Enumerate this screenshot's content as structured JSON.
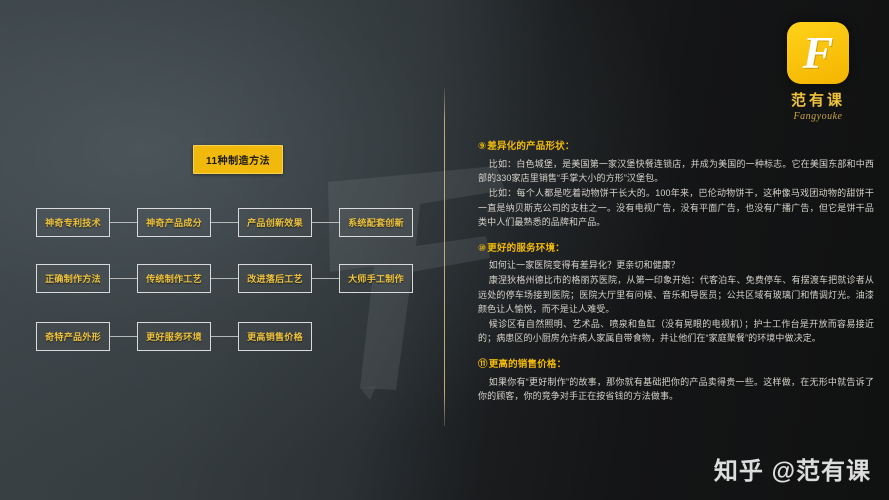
{
  "logo": {
    "glyph": "F",
    "name_cn": "范有课",
    "name_en": "Fangyouke"
  },
  "flow": {
    "title": "11种制造方法",
    "rows": [
      [
        "神奇专利技术",
        "神奇产品成分",
        "产品创新效果",
        "系统配套创新"
      ],
      [
        "正确制作方法",
        "传统制作工艺",
        "改进落后工艺",
        "大师手工制作"
      ],
      [
        "奇特产品外形",
        "更好服务环境",
        "更高销售价格"
      ]
    ]
  },
  "panel": {
    "sections": [
      {
        "marker": "⑨",
        "heading": "差异化的产品形状：",
        "paragraphs": [
          "比如：白色城堡，是美国第一家汉堡快餐连锁店，并成为美国的一种标志。它在美国东部和中西部的330家店里销售“手掌大小的方形”汉堡包。",
          "比如：每个人都是吃着动物饼干长大的。100年来，巴伦动物饼干，这种像马戏团动物的甜饼干一直是纳贝斯克公司的支柱之一。没有电视广告，没有平面广告，也没有广播广告，但它是饼干品类中人们最熟悉的品牌和产品。"
        ]
      },
      {
        "marker": "⑩",
        "heading": "更好的服务环境：",
        "paragraphs": [
          "如何让一家医院变得有差异化？更亲切和健康？",
          "康涅狄格州德比市的格丽苏医院，从第一印象开始：代客泊车、免费停车、有摆渡车把就诊者从远处的停车场接到医院；医院大厅里有问候、音乐和导医员；公共区域有玻璃门和情调灯光。油漆颜色让人愉悦，而不是让人难受。",
          "候诊区有自然照明、艺术品、喷泉和鱼缸（没有晃眼的电视机）；护士工作台是开放而容易接近的；病患区的小厨房允许病人家属自带食物，并让他们在“家庭聚餐”的环境中做决定。"
        ]
      },
      {
        "marker": "⑪",
        "heading": "更高的销售价格：",
        "paragraphs": [
          "如果你有“更好制作”的故事，那你就有基础把你的产品卖得贵一些。这样做，在无形中就告诉了你的顾客，你的竞争对手正在按省钱的方法做事。"
        ]
      }
    ]
  },
  "watermark": {
    "text": "知乎 @范有课"
  },
  "colors": {
    "accent_gold": "#f0b90b",
    "node_text": "#f0c33c",
    "node_border": "#d8dadb",
    "body_text": "#d6d3cc"
  }
}
